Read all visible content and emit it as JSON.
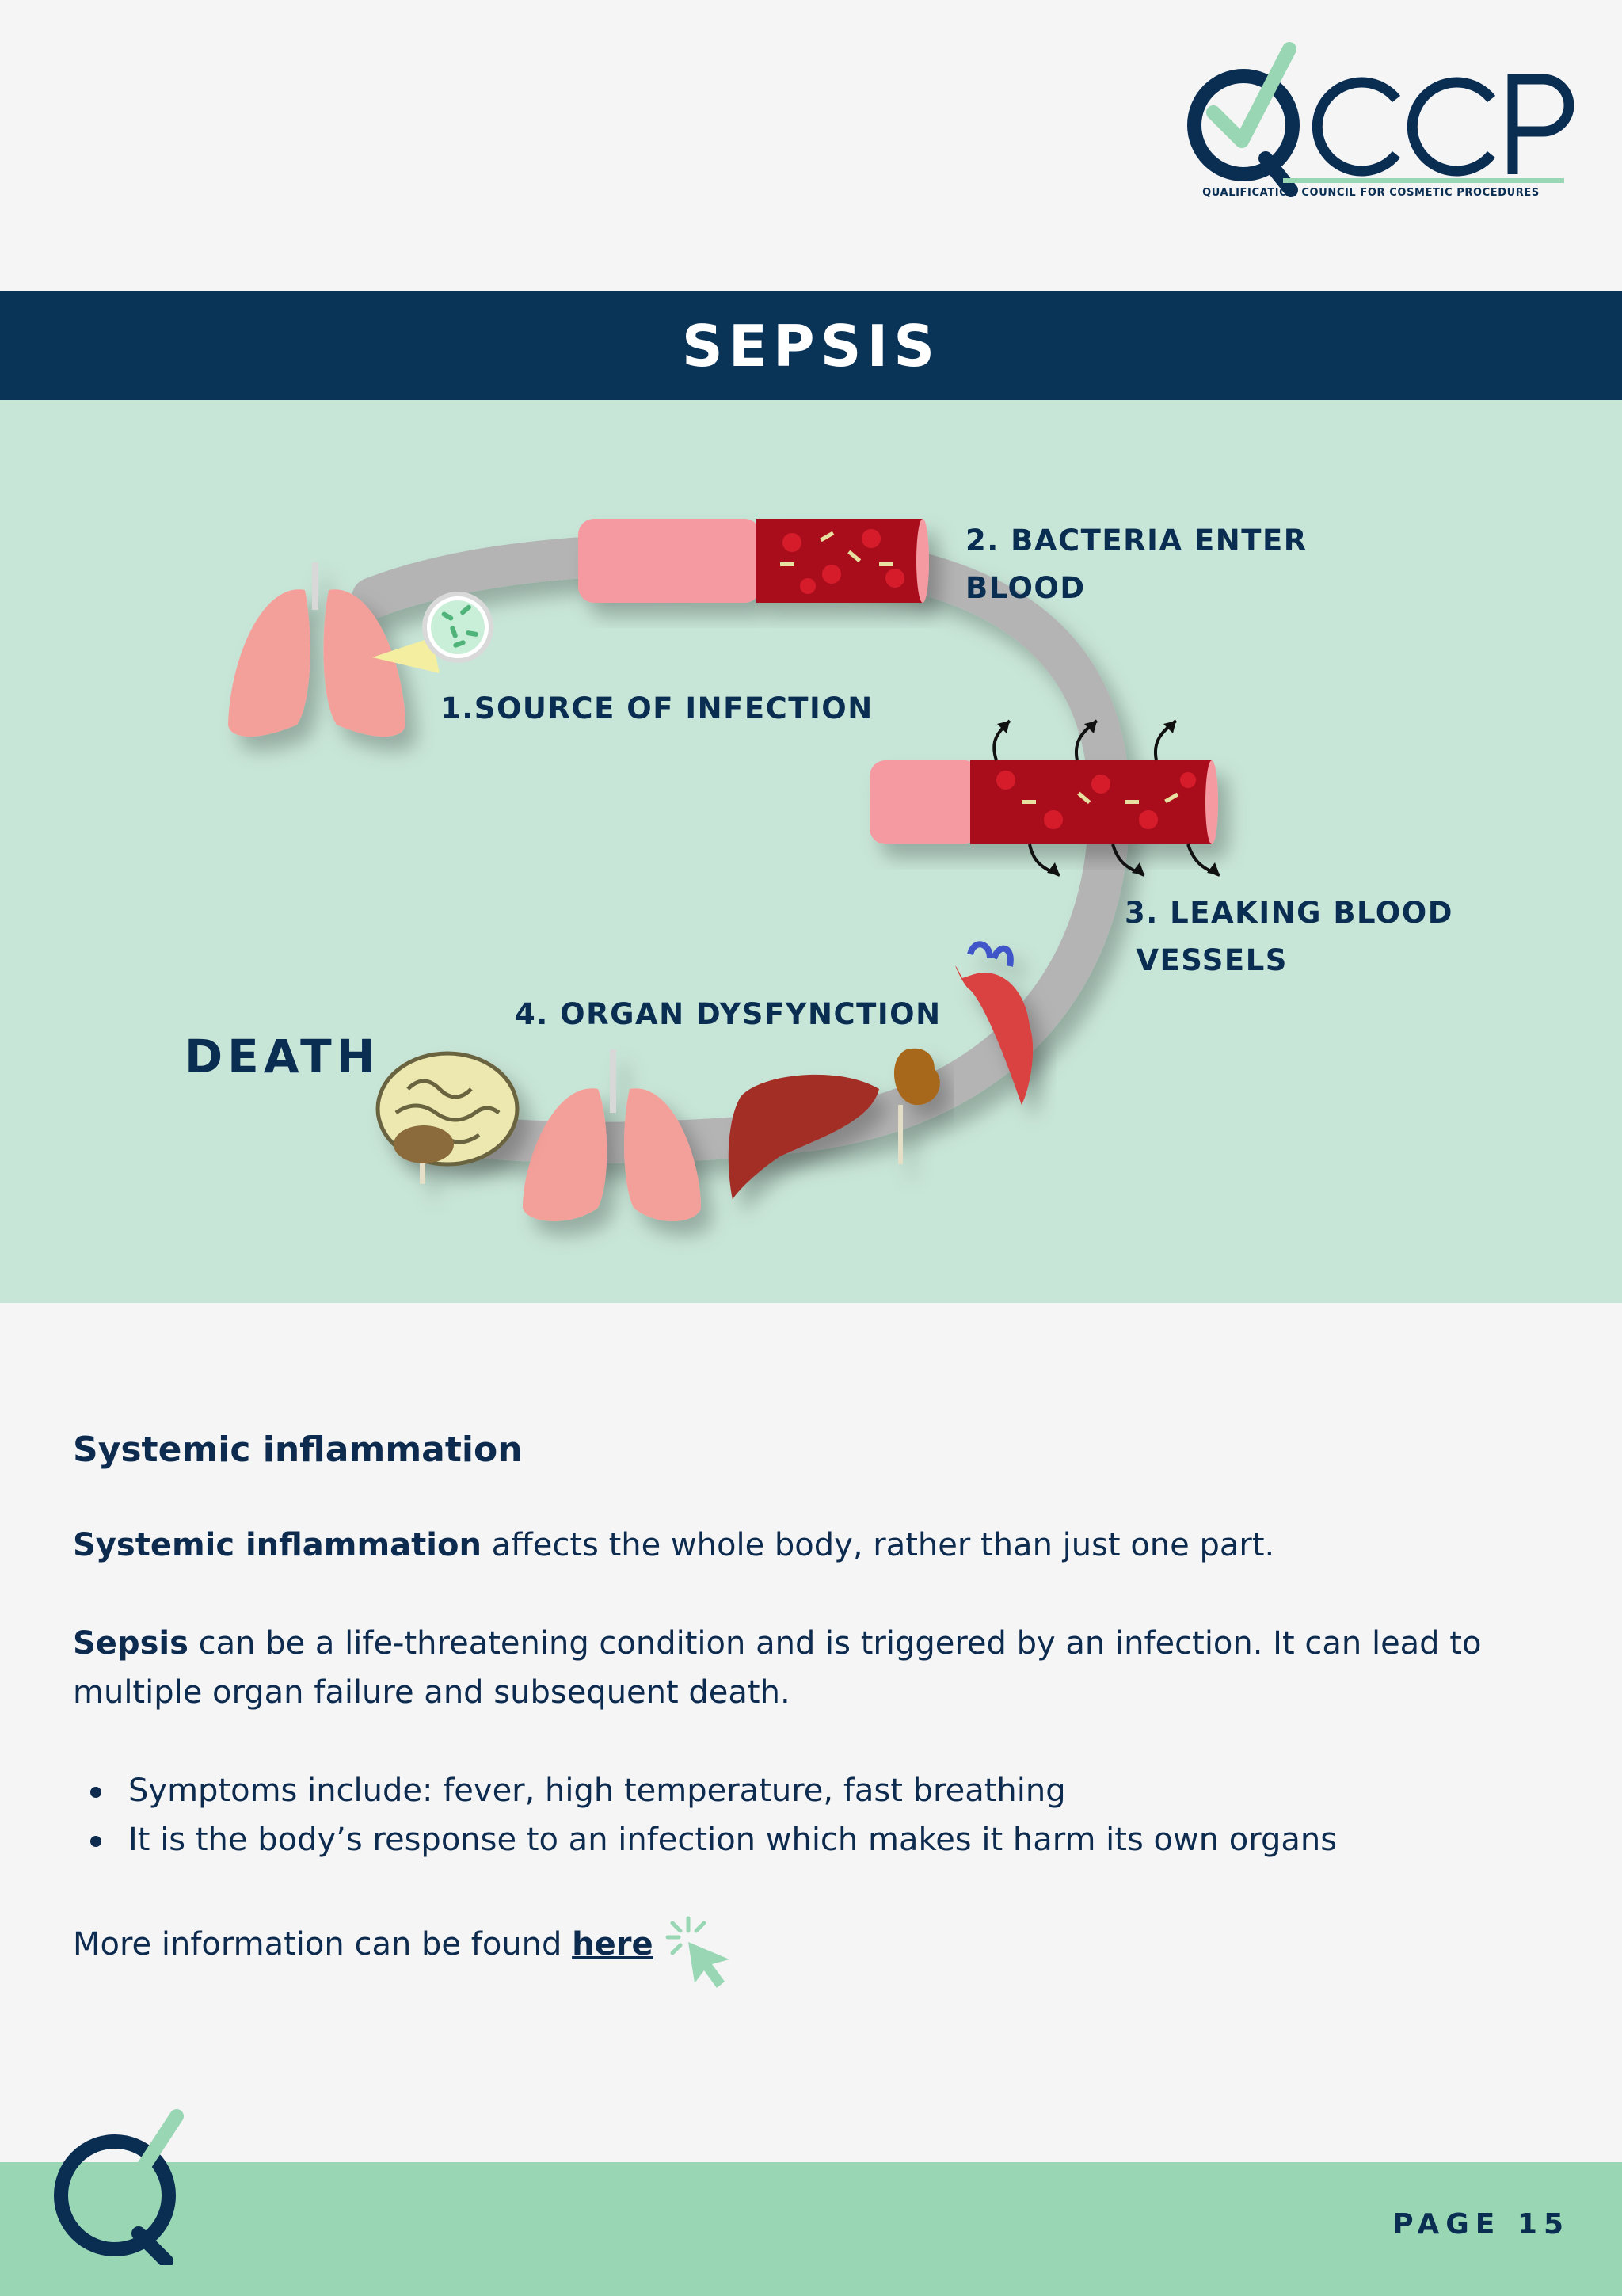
{
  "brand": {
    "logo_text": "QCCP",
    "tagline": "QUALIFICATION COUNCIL FOR COSMETIC PROCEDURES",
    "navy": "#0a2d52",
    "mint": "#98d6b4"
  },
  "header": {
    "title": "SEPSIS"
  },
  "illustration": {
    "steps": {
      "s1": "1.SOURCE OF INFECTION",
      "s2_line1": "2. BACTERIA ENTER",
      "s2_line2": "BLOOD",
      "s3_line1": "3. LEAKING BLOOD",
      "s3_line2": " VESSELS",
      "s4": "4. ORGAN DYSFYNCTION"
    },
    "end_label": "DEATH"
  },
  "content": {
    "heading": "Systemic inflammation",
    "p1_bold": "Systemic inflammation",
    "p1_rest": " affects the whole body, rather than just one part.",
    "p2_bold": "Sepsis",
    "p2_rest": " can be a life-threatening condition and is triggered by an infection. It can lead to multiple organ failure and subsequent death.",
    "bullets": [
      "Symptoms include: fever, high temperature, fast breathing",
      "It is the body’s response to an infection which makes it harm its own organs"
    ],
    "more_prefix": "More information can be found ",
    "more_link": "here"
  },
  "footer": {
    "page_label": "PAGE 15"
  }
}
